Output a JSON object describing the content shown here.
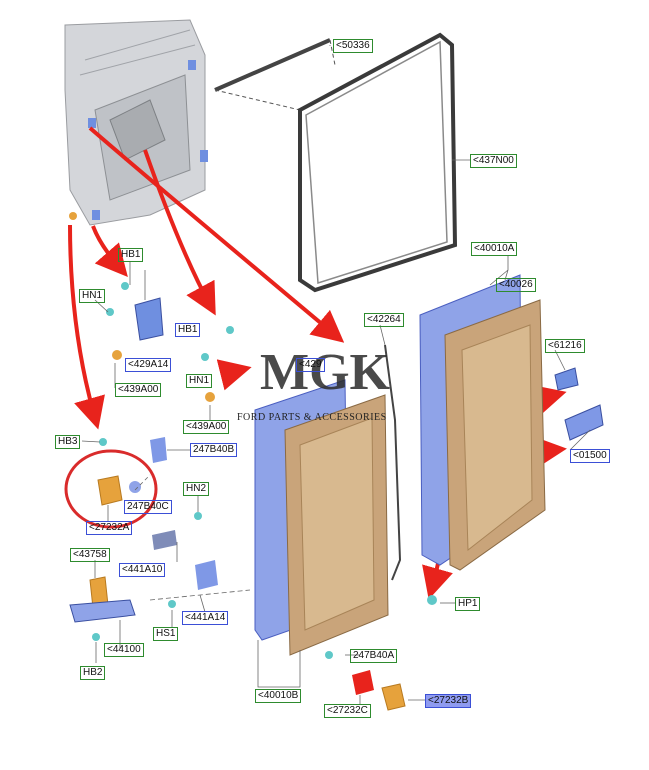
{
  "diagram": {
    "labels": {
      "l50336": "<50336",
      "l437N00": "<437N00",
      "l40010A": "<40010A",
      "l40026": "<40026",
      "l42264": "<42264",
      "l61216": "<61216",
      "l01500": "<01500",
      "lHB1a": "HB1",
      "lHN1a": "HN1",
      "l429A14": "<429A14",
      "l439A00a": "<439A00",
      "lHB1b": "HB1",
      "l429x": "<429",
      "lHN1b": "HN1",
      "l439A00b": "<439A00",
      "lHB3": "HB3",
      "l247B40B": "247B40B",
      "l247B40C": "247B40C",
      "l27232A": "<27232A",
      "lHN2": "HN2",
      "l441A10": "<441A10",
      "l43758": "<43758",
      "l441A14": "<441A14",
      "lHS1": "HS1",
      "l44100": "<44100",
      "lHB2": "HB2",
      "lHP1": "HP1",
      "l247B40A": "247B40A",
      "l40010B": "<40010B",
      "l27232C": "<27232C",
      "l27232B": "<27232B"
    },
    "logo": {
      "mark": "MGK",
      "tagline": "FORD PARTS & ACCESSORIES"
    },
    "colors": {
      "panel_tan": "#c9a47a",
      "door_blue": "#8fa3e8",
      "arrow_red": "#e8231c",
      "label_green": "#2e8b2e",
      "label_blue": "#3b4fd6",
      "part_teal": "#5fc8c8",
      "part_orange": "#e6a23c"
    }
  }
}
